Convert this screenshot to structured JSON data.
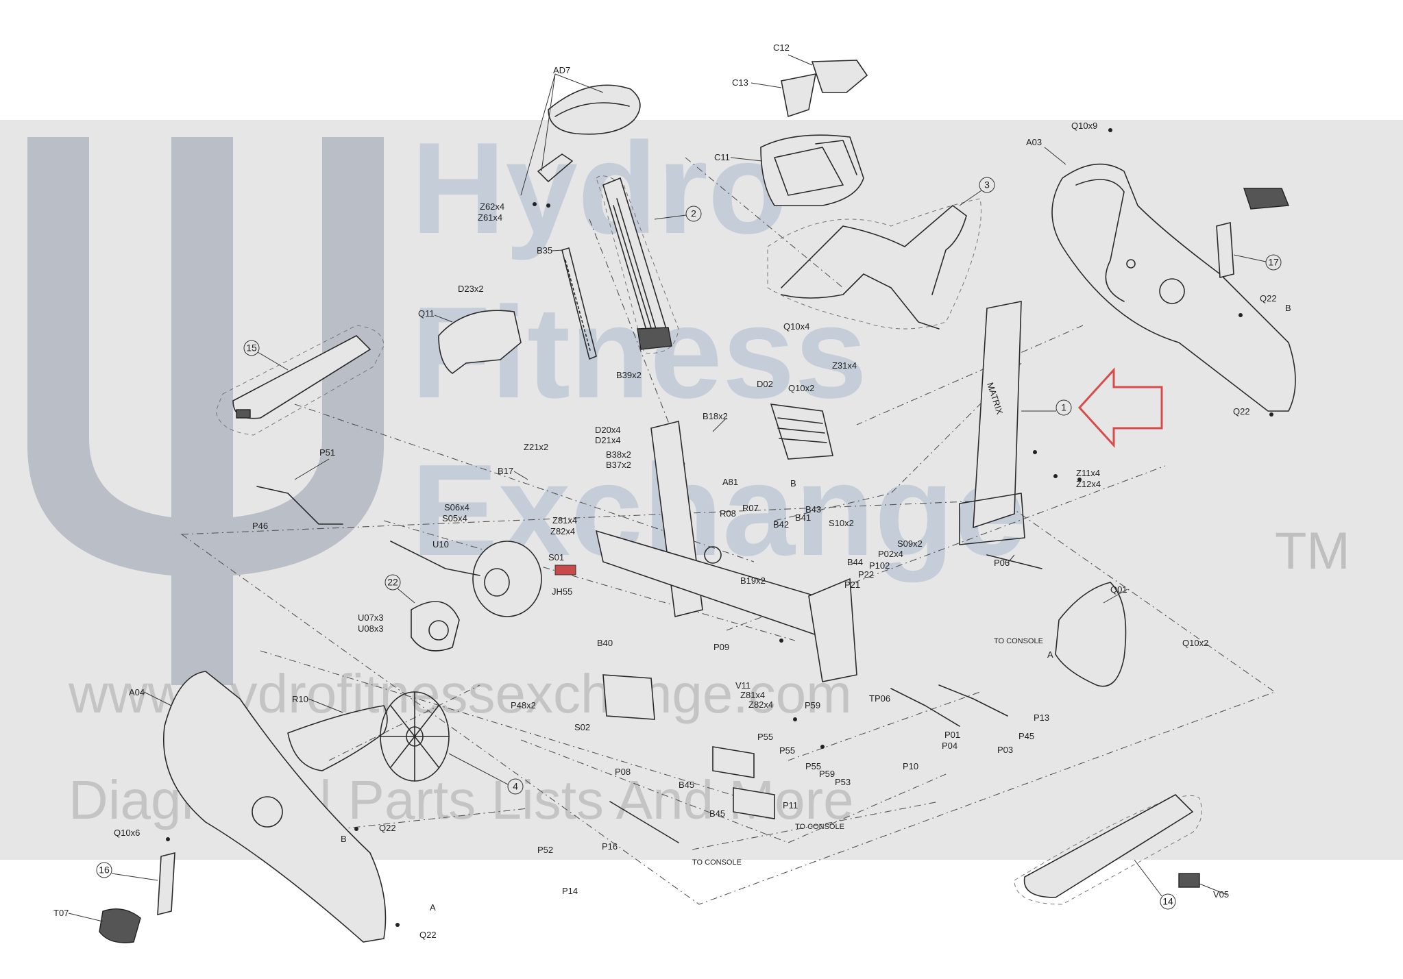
{
  "watermark": {
    "lines": [
      "Hydro",
      "Fitness",
      "Exchange"
    ],
    "trademark": "TM",
    "url": "www.hydrofitnessexchange.com",
    "tagline": "Diagrams | Parts Lists And More"
  },
  "labels": {
    "AD7": "AD7",
    "C12": "C12",
    "C13": "C13",
    "C11": "C11",
    "Q10x9": "Q10x9",
    "A03": "A03",
    "Z62x4": "Z62x4",
    "Z61x4": "Z61x4",
    "B35": "B35",
    "D23x2": "D23x2",
    "Q11": "Q11",
    "Q10x4": "Q10x4",
    "Z31x4": "Z31x4",
    "Q22_top": "Q22",
    "B_top": "B",
    "Q22_right": "Q22",
    "D02": "D02",
    "Q10x2_top": "Q10x2",
    "B39x2": "B39x2",
    "B18x2": "B18x2",
    "D20x4": "D20x4",
    "D21x4": "D21x4",
    "B38x2": "B38x2",
    "B37x2": "B37x2",
    "A81": "A81",
    "Z21x2": "Z21x2",
    "B17": "B17",
    "B_mid": "B",
    "P51": "P51",
    "P46": "P46",
    "S06x4": "S06x4",
    "S05x4": "S05x4",
    "Z81x4_top": "Z81x4",
    "Z82x4_top": "Z82x4",
    "R08": "R08",
    "R07": "R07",
    "B43": "B43",
    "B41": "B41",
    "B42": "B42",
    "S10x2": "S10x2",
    "Z11x4": "Z11x4",
    "Z12x4": "Z12x4",
    "U10": "U10",
    "S01": "S01",
    "JH55": "JH55",
    "B44": "B44",
    "S09x2": "S09x2",
    "P02x4": "P02x4",
    "P102": "P102",
    "P22": "P22",
    "P21": "P21",
    "B19x2": "B19x2",
    "P06": "P06",
    "Q01": "Q01",
    "U07x3": "U07x3",
    "U08x3": "U08x3",
    "B40": "B40",
    "P09": "P09",
    "TO_CONSOLE_1": "TO CONSOLE",
    "Q10x2_right": "Q10x2",
    "A_right": "A",
    "A04": "A04",
    "R10": "R10",
    "P48x2": "P48x2",
    "V11": "V11",
    "Z81x4_bot": "Z81x4",
    "Z82x4_bot": "Z82x4",
    "P59_1": "P59",
    "TP06": "TP06",
    "P13": "P13",
    "S02": "S02",
    "P55_1": "P55",
    "P55_2": "P55",
    "P55_3": "P55",
    "P01": "P01",
    "P04": "P04",
    "P45": "P45",
    "P03": "P03",
    "P08": "P08",
    "P59_2": "P59",
    "P53": "P53",
    "P10": "P10",
    "B45_1": "B45",
    "B45_2": "B45",
    "P11": "P11",
    "TO_CONSOLE_2": "TO CONSOLE",
    "Q10x6": "Q10x6",
    "B_bot": "B",
    "Q22_bot": "Q22",
    "P52": "P52",
    "P16": "P16",
    "TO_CONSOLE_3": "TO CONSOLE",
    "P14": "P14",
    "T07": "T07",
    "A_bot": "A",
    "Q22_bot2": "Q22",
    "V05": "V05"
  },
  "callouts": {
    "c1": "1",
    "c2": "2",
    "c3": "3",
    "c4": "4",
    "c14": "14",
    "c15": "15",
    "c16": "16",
    "c17": "17",
    "c22": "22"
  },
  "colors": {
    "arrow": "#d94a4a",
    "watermark_blue": "#9fb3c8",
    "watermark_band": "#dcdcdc",
    "line": "#2a2a2a"
  }
}
